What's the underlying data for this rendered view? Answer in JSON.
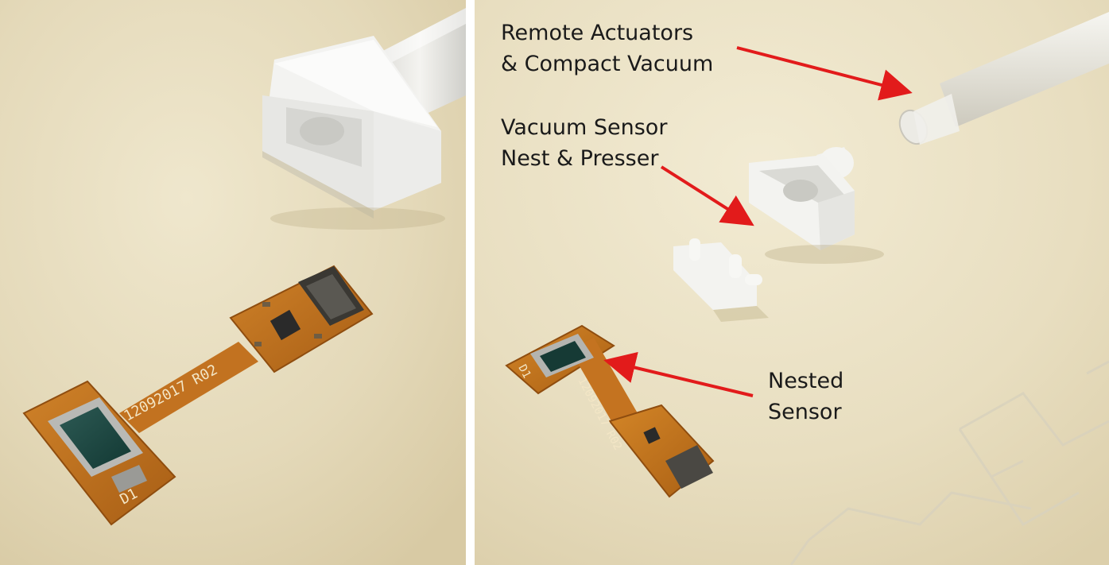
{
  "photos": {
    "left": {
      "subject": "pcb-sensor-and-vacuum-nest"
    },
    "right": {
      "subject": "disassembled-vacuum-nest-components"
    }
  },
  "pcb": {
    "left_label_code": "12092017 R02",
    "left_label_d1": "D1",
    "right_label_code": "12092017 R02",
    "right_label_d1": "D1"
  },
  "callouts": {
    "remote_actuators": {
      "line1": "Remote Actuators",
      "line2": "& Compact Vacuum"
    },
    "vacuum_sensor_nest": {
      "line1": "Vacuum Sensor",
      "line2": "Nest & Presser"
    },
    "nested_sensor": {
      "line1": "Nested",
      "line2": "Sensor"
    }
  },
  "colors": {
    "background_beige": "#e8dfc3",
    "pcb_orange": "#c0701c",
    "arrow_red": "#e21b1b",
    "plastic_white": "#f4f4f2"
  }
}
